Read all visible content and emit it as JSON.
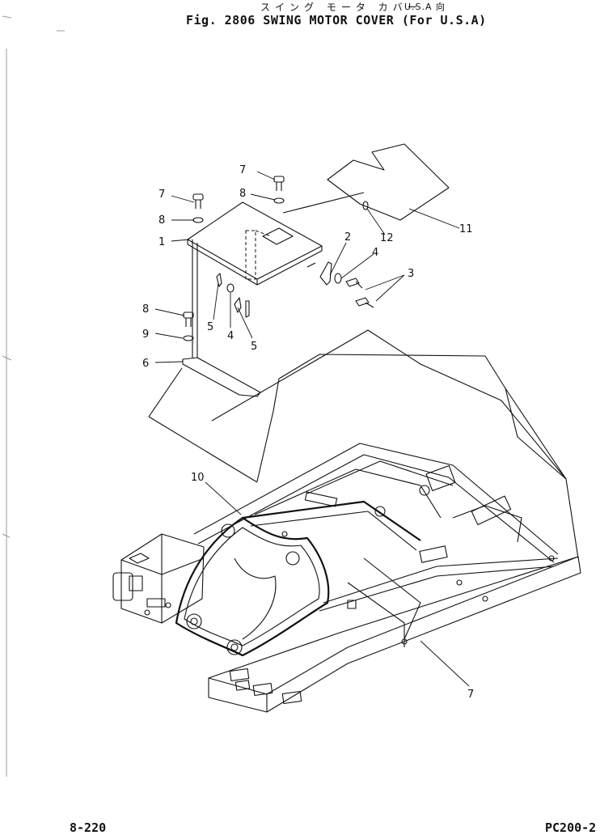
{
  "header": {
    "title_jp": "スイング モータ カバー",
    "title_jp_suffix": "U.S.A 向",
    "title_en": "Fig. 2806  SWING MOTOR COVER (For U.S.A)"
  },
  "footer": {
    "page_left": "8-220",
    "page_right": "PC200-2"
  },
  "callouts": [
    {
      "id": "c1",
      "label": "1"
    },
    {
      "id": "c2",
      "label": "2"
    },
    {
      "id": "c3",
      "label": "3"
    },
    {
      "id": "c4a",
      "label": "4"
    },
    {
      "id": "c4b",
      "label": "4"
    },
    {
      "id": "c5a",
      "label": "5"
    },
    {
      "id": "c5b",
      "label": "5"
    },
    {
      "id": "c6",
      "label": "6"
    },
    {
      "id": "c7a",
      "label": "7"
    },
    {
      "id": "c7b",
      "label": "7"
    },
    {
      "id": "c7c",
      "label": "7"
    },
    {
      "id": "c8a",
      "label": "8"
    },
    {
      "id": "c8b",
      "label": "8"
    },
    {
      "id": "c8c",
      "label": "8"
    },
    {
      "id": "c9",
      "label": "9"
    },
    {
      "id": "c10",
      "label": "10"
    },
    {
      "id": "c11",
      "label": "11"
    },
    {
      "id": "c12",
      "label": "12"
    }
  ]
}
